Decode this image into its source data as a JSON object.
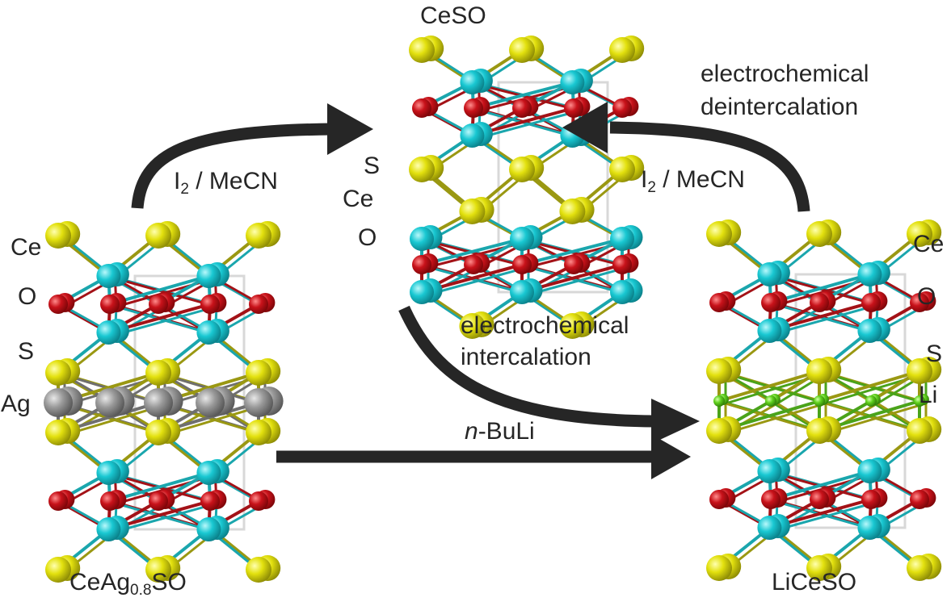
{
  "colors": {
    "cerium": "#19c8d2",
    "oxygen": "#c8121a",
    "sulfur": "#e3e10e",
    "silver": "#9a9a9a",
    "lithium": "#5fd11d",
    "arrow": "#262626",
    "text": "#262626"
  },
  "structures": [
    {
      "id": "ceag08so",
      "name_main": "CeAg",
      "name_sub": "0.8",
      "name_tail": "SO",
      "layers_top_to_bottom": [
        "S",
        "Ce",
        "O",
        "Ce",
        "S",
        "Ag",
        "S",
        "Ce",
        "O",
        "Ce",
        "S"
      ],
      "element_labels": [
        "Ce",
        "O",
        "S",
        "Ag"
      ]
    },
    {
      "id": "ceso",
      "name": "CeSO",
      "layers_top_to_bottom": [
        "S",
        "Ce",
        "O",
        "Ce",
        "S",
        "S",
        "Ce",
        "O",
        "Ce",
        "S"
      ],
      "element_labels": [
        "S",
        "Ce",
        "O"
      ]
    },
    {
      "id": "liceso",
      "name": "LiCeSO",
      "layers_top_to_bottom": [
        "S",
        "Ce",
        "O",
        "Ce",
        "S",
        "Li",
        "S",
        "Ce",
        "O",
        "Ce",
        "S"
      ],
      "element_labels": [
        "Ce",
        "O",
        "S",
        "Li"
      ]
    }
  ],
  "reactions": [
    {
      "id": "oxidation-left",
      "from": "CeAg0.8SO",
      "to": "CeSO",
      "reagent_main": "I",
      "reagent_sub": "2",
      "reagent_tail": " / MeCN"
    },
    {
      "id": "oxidation-right",
      "from": "LiCeSO",
      "to": "CeSO",
      "reagent_main": "I",
      "reagent_sub": "2",
      "reagent_tail": " / MeCN",
      "note_line1": "electrochemical",
      "note_line2": "deintercalation"
    },
    {
      "id": "intercalation",
      "from": "CeSO",
      "to": "LiCeSO",
      "note_line1": "electrochemical",
      "note_line2": "intercalation"
    },
    {
      "id": "butyllithium",
      "from": "CeAg0.8SO",
      "to": "LiCeSO",
      "reagent_italic": "n",
      "reagent_tail": "-BuLi"
    }
  ]
}
